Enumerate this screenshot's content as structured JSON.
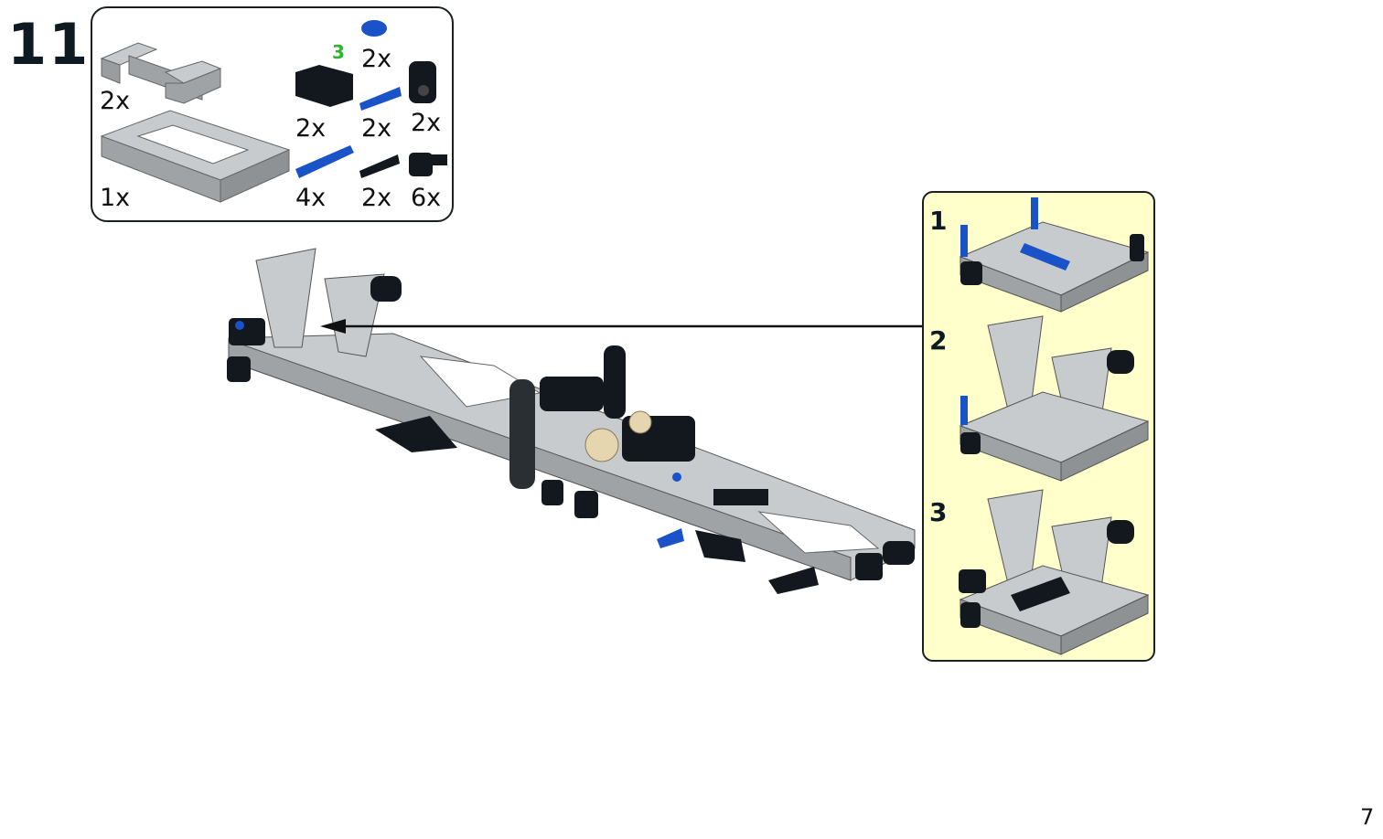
{
  "step": {
    "number": "11"
  },
  "parts_list": {
    "color_code_label": "3",
    "color_code_color": "#2db52d",
    "items": [
      {
        "part": "gray-h-frame-beam",
        "qty": "2x"
      },
      {
        "part": "gray-open-frame-5x7",
        "qty": "1x"
      },
      {
        "part": "black-beam-3",
        "qty": "2x"
      },
      {
        "part": "blue-axle-pin-3l",
        "qty": "4x"
      },
      {
        "part": "blue-pin-short",
        "qty": "2x"
      },
      {
        "part": "blue-axle-pin",
        "qty": "2x"
      },
      {
        "part": "black-friction-pin",
        "qty": "2x"
      },
      {
        "part": "black-cross-block",
        "qty": "2x"
      },
      {
        "part": "black-pin-connector",
        "qty": "6x"
      }
    ]
  },
  "callout": {
    "substeps": [
      {
        "label": "1"
      },
      {
        "label": "2"
      },
      {
        "label": "3"
      }
    ]
  },
  "colors": {
    "gray": "#a0a3a5",
    "light_gray": "#c8cbcd",
    "black": "#12181d",
    "blue": "#1a52c8",
    "callout_bg": "#ffffcc"
  },
  "page": {
    "number": "7"
  }
}
